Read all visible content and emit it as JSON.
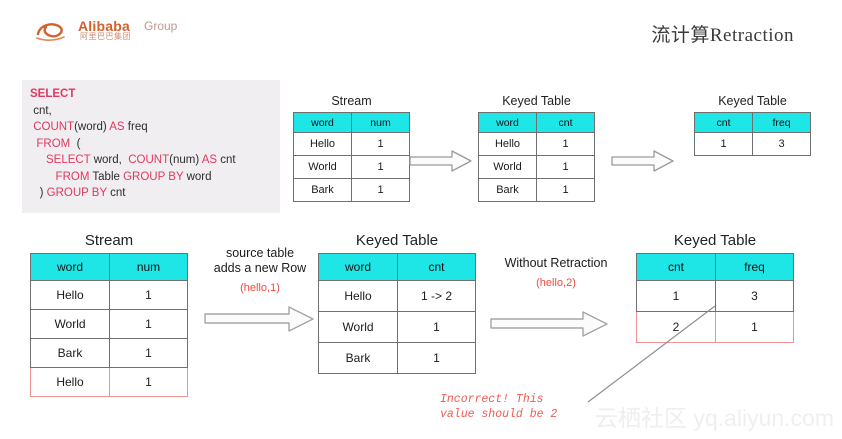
{
  "header": {
    "logo_text": "Alibaba",
    "logo_group": "Group",
    "logo_cn": "阿里巴巴集团",
    "title": "流计算Retraction"
  },
  "sql": {
    "line1_kw": "SELECT",
    "line2": " cnt,",
    "line3_kw": " COUNT",
    "line3_a": "(word) ",
    "line3_kw2": "AS",
    "line3_b": " freq",
    "line4_kw": "  FROM",
    "line4_a": "  (",
    "line5_kw": "     SELECT",
    "line5_a": " word,  ",
    "line5_kw2": "COUNT",
    "line5_b": "(num) ",
    "line5_kw3": "AS",
    "line5_c": " cnt",
    "line6_kw": "        FROM",
    "line6_a": " Table ",
    "line6_kw2": "GROUP BY",
    "line6_b": " word",
    "line7_a": "   ) ",
    "line7_kw": "GROUP BY",
    "line7_b": " cnt"
  },
  "top_row": {
    "stream": {
      "caption": "Stream",
      "columns": [
        "word",
        "num"
      ],
      "rows": [
        [
          "Hello",
          "1"
        ],
        [
          "World",
          "1"
        ],
        [
          "Bark",
          "1"
        ]
      ]
    },
    "keyed1": {
      "caption": "Keyed Table",
      "columns": [
        "word",
        "cnt"
      ],
      "rows": [
        [
          "Hello",
          "1"
        ],
        [
          "World",
          "1"
        ],
        [
          "Bark",
          "1"
        ]
      ]
    },
    "keyed2": {
      "caption": "Keyed Table",
      "columns": [
        "cnt",
        "freq"
      ],
      "rows": [
        [
          "1",
          "3"
        ]
      ]
    }
  },
  "bottom_row": {
    "stream": {
      "caption": "Stream",
      "columns": [
        "word",
        "num"
      ],
      "rows": [
        [
          "Hello",
          "1"
        ],
        [
          "World",
          "1"
        ],
        [
          "Bark",
          "1"
        ],
        [
          "Hello",
          "1"
        ]
      ],
      "highlight_row_index": 3
    },
    "anno1": {
      "line1": "source table",
      "line2": "adds a new Row",
      "red": "(hello,1)"
    },
    "keyed1": {
      "caption": "Keyed Table",
      "columns": [
        "word",
        "cnt"
      ],
      "rows": [
        [
          "Hello",
          "1 -> 2"
        ],
        [
          "World",
          "1"
        ],
        [
          "Bark",
          "1"
        ]
      ],
      "red_cell": "1 -> 2"
    },
    "anno2": {
      "line1": "Without Retraction",
      "red": "(hello,2)"
    },
    "keyed2": {
      "caption": "Keyed Table",
      "columns": [
        "cnt",
        "freq"
      ],
      "rows": [
        [
          "1",
          "3"
        ],
        [
          "2",
          "1"
        ]
      ],
      "highlight_row_index": 1
    },
    "note": {
      "line1": "Incorrect! This",
      "line2": "value should be 2"
    }
  },
  "watermark": "云栖社区  yq.aliyun.com",
  "colors": {
    "header_cyan": "#1ee6e6",
    "keyword_red": "#e0395e",
    "highlight_red": "#ef4b3c",
    "border_gray": "#6f6f6f"
  }
}
